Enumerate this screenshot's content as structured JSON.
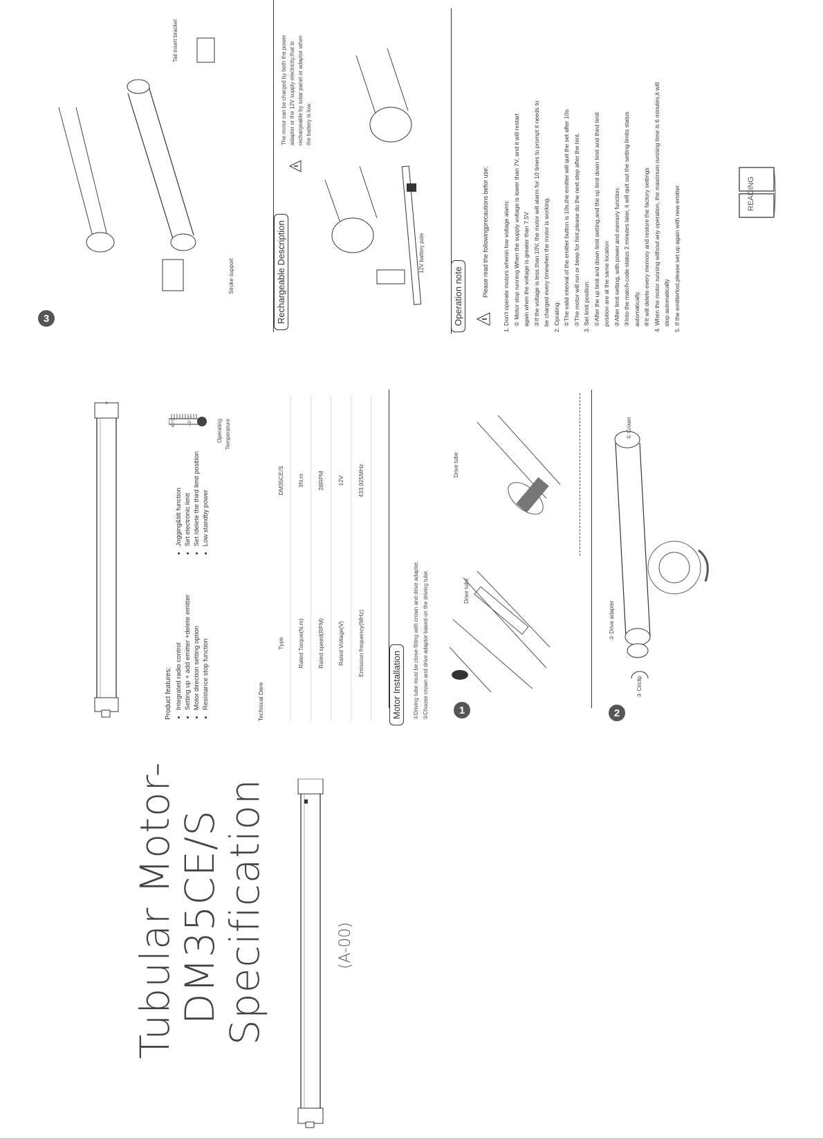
{
  "title": {
    "line1": "Tubular Motor-",
    "line2": "DM35CE/S",
    "line3": "Specification",
    "version": "(A-00)"
  },
  "features": {
    "heading": "Product features:",
    "left": [
      "Integrated radio control",
      "Setting up + add emitter +delete emitter",
      "Motor direction setting option",
      "Resistance stop function"
    ],
    "right": [
      "Jogging&tilt function",
      "Set electronic limit",
      "Set /delete the third limit position",
      "Low standby power"
    ]
  },
  "temperature": {
    "hot": "60°C",
    "cold": "-15°C",
    "label_line1": "Operating",
    "label_line2": "Temperature"
  },
  "technical": {
    "heading": "Technical Dere",
    "rows": [
      {
        "label": "Type",
        "value": "DM35CE/S"
      },
      {
        "label": "Rated Torque(N.m)",
        "value": "3N.m"
      },
      {
        "label": "Rated speed(RPM)",
        "value": "28RPM"
      },
      {
        "label": "Rated Voltage(V)",
        "value": "12V"
      },
      {
        "label": "Emission frequency(MHz)",
        "value": "433.925MHz"
      }
    ]
  },
  "installation": {
    "heading": "Motor Installation",
    "note1": "①Driving tube must be close-fitting with crown and drive adapter.",
    "note2": "②Choose crown and drive adaptor based on the driving tube.",
    "step1": "1",
    "step2": "2",
    "drive_tube_label": "Drive tube",
    "drive_adapter_label": "② Drive adapter",
    "circlip_label": "③ Circlip",
    "crown_label": "① Crown"
  },
  "step3": {
    "num": "3",
    "tail_bracket": "Tail insert bracket",
    "stroke_support": "Stroke support"
  },
  "rechargeable": {
    "heading": "Rechargeable Description",
    "text_lines": [
      "The motor can be charged by both the power",
      "adapter or the 12V supply electricity,that is",
      "rechargeable by solar panel or adaptor when",
      "the battery is low."
    ],
    "battery_label": "12V battery pole"
  },
  "operation": {
    "heading": "Operation note",
    "intro": "Please read the followingprecautions befor use:",
    "lines": [
      "1. Don't operate motors whenin low voltage alarm:",
      "① Motor stop running When the supply voltage is lower than 7V, and it will restart",
      "again when the voltage is greater than 7.5V",
      "②If the voltage is less than 10V, the motor will alarm for 10 times to prompt it needs to",
      "be charged every timewhen the motor is working.",
      "2. Oprating:",
      "①The valid interval of the emitter button is 10s,the emitter will quit the set after 10s",
      "②The motor will run or beep for hint,please do the next step after the hint.",
      "3. Set limit position:",
      "①After the up limit and down limit setting,and the up limit down limit and third limit",
      "position are at the same location",
      "②After limit setting, with power and memory function;",
      "③Into the match-code status 2 minutes later, it will quit out the setting limits status",
      "automatically.",
      "④It will delete every memory and restore the factory settings",
      "4. When the motor running without any operation, the maximum running time is 6 minutes,it will",
      "stop automatically",
      "5. If the emitterlost,please set up again with new emitter"
    ],
    "reading": "READING"
  }
}
